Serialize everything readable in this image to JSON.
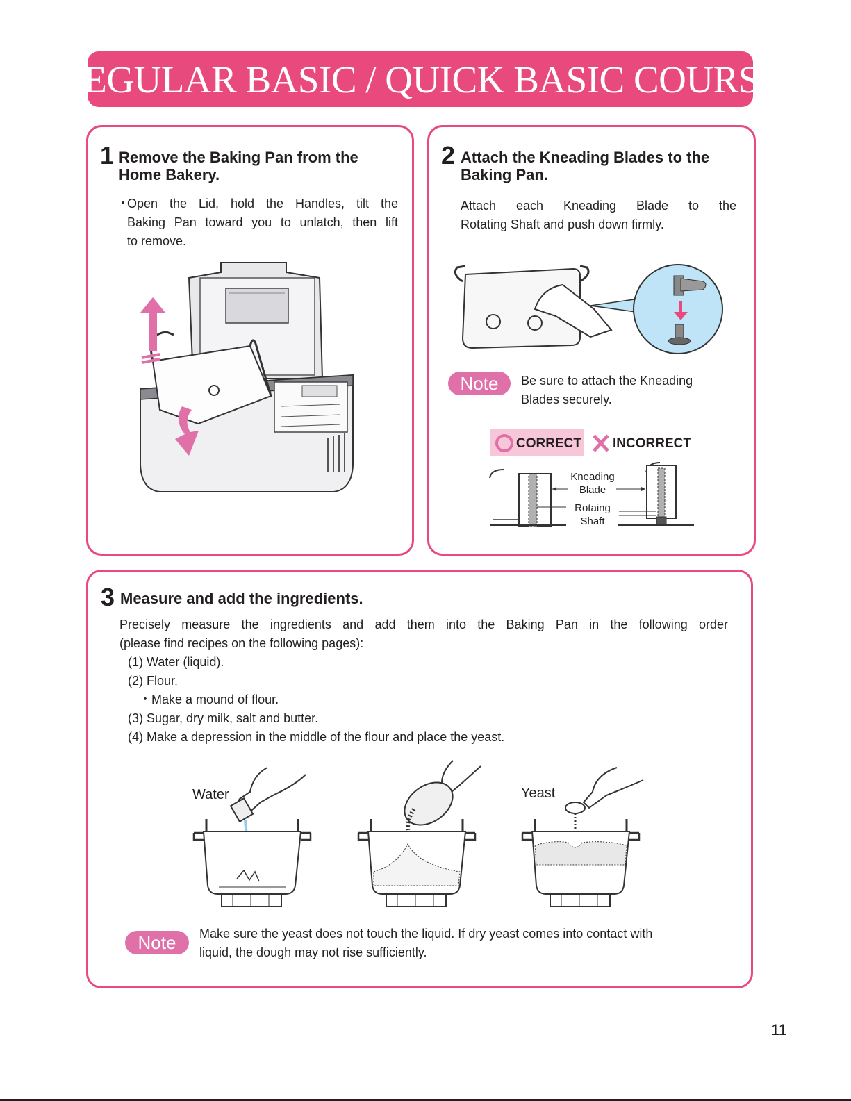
{
  "header": {
    "title": "REGULAR BASIC / QUICK BASIC COURSE"
  },
  "step1": {
    "number": "1",
    "title_line1": "Remove the Baking Pan from the",
    "title_line2": "Home Bakery.",
    "bullet": "・",
    "text_line1": "Open the Lid, hold the Handles, tilt the",
    "text_line2": "Baking Pan toward you to unlatch, then lift",
    "text_line3": "to remove."
  },
  "step2": {
    "number": "2",
    "title_line1": "Attach the Kneading Blades to the",
    "title_line2": "Baking Pan.",
    "text_line1": "Attach each Kneading Blade to the",
    "text_line2": "Rotating Shaft and push down firmly.",
    "note_label": "Note",
    "note_line1": "Be sure to attach the Kneading",
    "note_line2": "Blades securely.",
    "correct_label": "CORRECT",
    "incorrect_label": "INCORRECT",
    "kneading_label_line1": "Kneading",
    "kneading_label_line2": "Blade",
    "shaft_label_line1": "Rotaing",
    "shaft_label_line2": "Shaft"
  },
  "step3": {
    "number": "3",
    "title": "Measure and add the ingredients.",
    "intro_line1": "Precisely measure the ingredients and add them into the Baking Pan in the following order",
    "intro_line2": "(please find recipes on the following pages):",
    "items": [
      "(1) Water (liquid).",
      "(2)  Flour.",
      "・Make a mound of flour.",
      "(3) Sugar, dry milk, salt and butter.",
      "(4) Make a depression in the middle of the flour and place the yeast."
    ],
    "water_label": "Water",
    "yeast_label": "Yeast",
    "note_label": "Note",
    "note_line1": "Make sure the yeast does not touch the liquid. If dry yeast comes into contact with",
    "note_line2": "liquid, the dough may not rise sufficiently."
  },
  "footer": {
    "page_number": "11"
  },
  "colors": {
    "accent": "#e94a7e",
    "note_pill": "#e070a8",
    "light_blue": "#bfe3f7",
    "pink_light": "#f7c6d9"
  }
}
